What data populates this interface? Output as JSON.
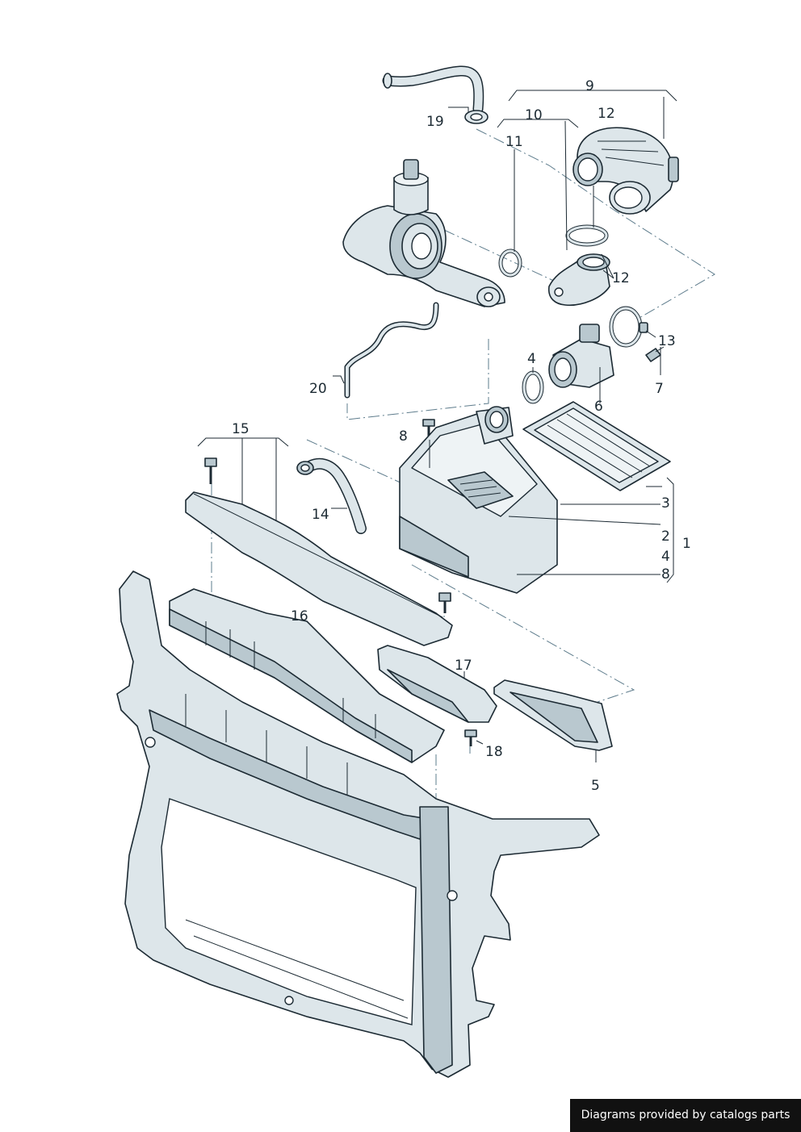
{
  "callouts": {
    "c1": "1",
    "c2": "2",
    "c3": "3",
    "c4a": "4",
    "c4b": "4",
    "c5": "5",
    "c6": "6",
    "c7": "7",
    "c8a": "8",
    "c8b": "8",
    "c9": "9",
    "c10": "10",
    "c11": "11",
    "c12a": "12",
    "c12b": "12",
    "c13": "13",
    "c14": "14",
    "c15": "15",
    "c16": "16",
    "c17": "17",
    "c18": "18",
    "c19": "19",
    "c20": "20"
  },
  "credit": "Diagrams provided by catalogs parts"
}
